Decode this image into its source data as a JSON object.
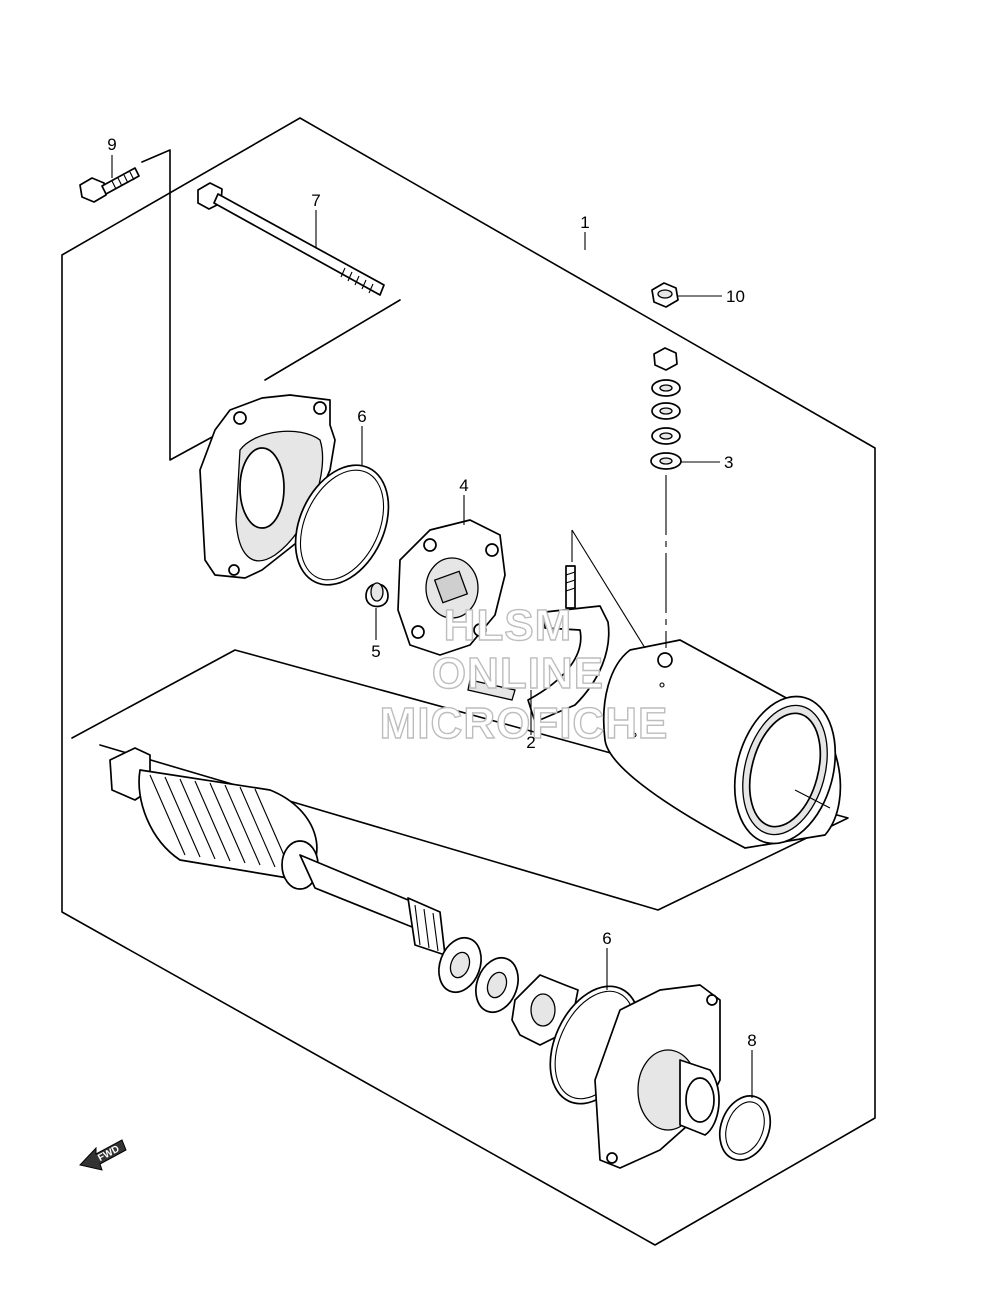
{
  "callouts": {
    "c1": "1",
    "c2": "2",
    "c3": "3",
    "c4": "4",
    "c5": "5",
    "c6a": "6",
    "c6b": "6",
    "c7": "7",
    "c8": "8",
    "c9": "9",
    "c10": "10"
  },
  "watermark": {
    "line1": "HLSM",
    "line2": "ONLINE",
    "line3": "MICROFICHE"
  },
  "direction_arrow": {
    "label": "FWD",
    "icon": "fwd-arrow-icon"
  }
}
